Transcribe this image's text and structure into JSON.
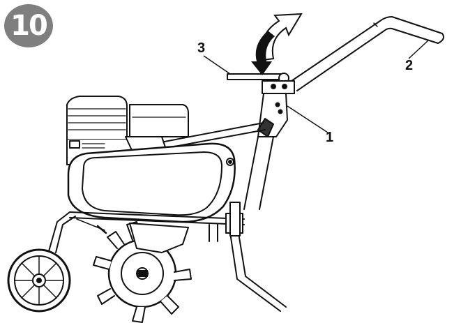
{
  "figure": {
    "number": "10"
  },
  "callouts": [
    {
      "label": "1",
      "target": "handlebar-height-adjustment-clamp"
    },
    {
      "label": "2",
      "target": "handlebar"
    },
    {
      "label": "3",
      "target": "adjustment-lever"
    }
  ],
  "icons": {
    "rotation": "curved-double-arrow-icon"
  },
  "colors": {
    "badge": "#7f7f7f",
    "line": "#111111",
    "background": "#ffffff"
  }
}
